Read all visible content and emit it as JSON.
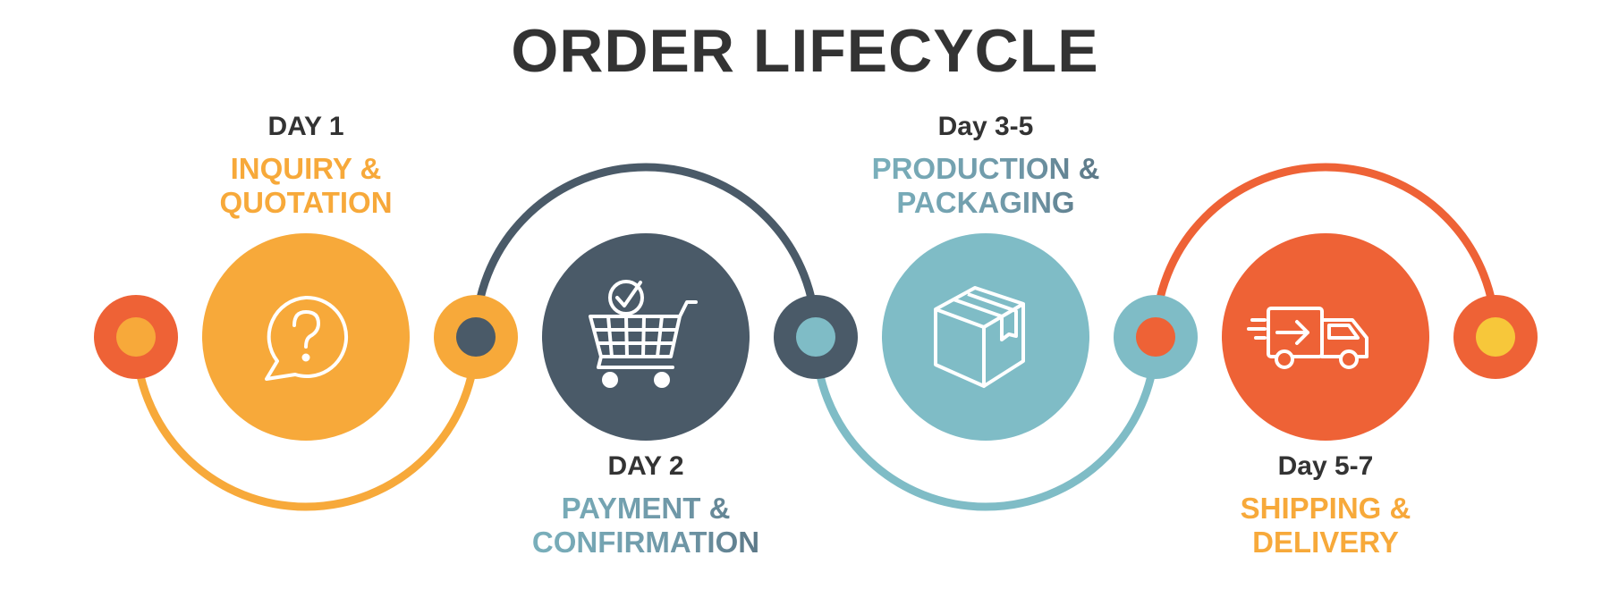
{
  "title": "ORDER LIFECYCLE",
  "colors": {
    "orange": "#F7A93A",
    "slate": "#4A5A68",
    "teal": "#7FBCC6",
    "red_orange": "#EE6236",
    "yellow": "#F7C73A",
    "text_dark": "#333333"
  },
  "steps": [
    {
      "day": "DAY 1",
      "line1": "INQUIRY &",
      "line2": "QUOTATION",
      "icon": "chat-question-icon"
    },
    {
      "day": "DAY 2",
      "line1": "PAYMENT &",
      "line2": "CONFIRMATION",
      "icon": "shopping-cart-check-icon"
    },
    {
      "day": "Day 3-5",
      "line1": "PRODUCTION &",
      "line2": "PACKAGING",
      "icon": "box-icon"
    },
    {
      "day": "Day 5-7",
      "line1": "SHIPPING &",
      "line2": "DELIVERY",
      "icon": "delivery-truck-icon"
    }
  ]
}
